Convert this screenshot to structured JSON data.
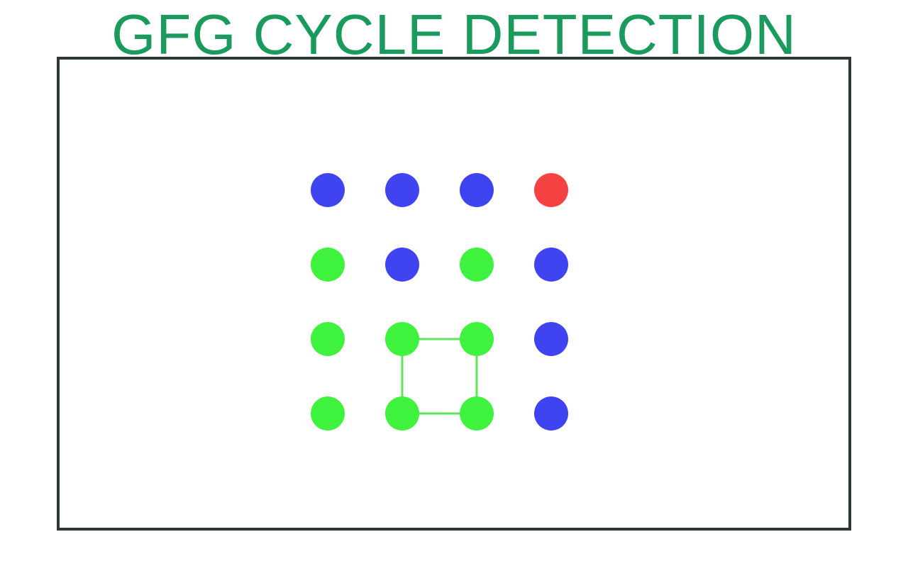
{
  "title": "GFG CYCLE DETECTION",
  "colors": {
    "title": "#1a9a5c",
    "border": "#2c3a33",
    "blue": "#4043f0",
    "green": "#3ef23e",
    "red": "#f44242",
    "edge": "#5fe35f"
  },
  "grid": {
    "rows": 4,
    "cols": 4,
    "cells": [
      [
        "blue",
        "blue",
        "blue",
        "red"
      ],
      [
        "green",
        "blue",
        "green",
        "blue"
      ],
      [
        "green",
        "green",
        "green",
        "blue"
      ],
      [
        "green",
        "green",
        "green",
        "blue"
      ]
    ]
  },
  "cycle_edges": [
    [
      [
        2,
        1
      ],
      [
        2,
        2
      ]
    ],
    [
      [
        2,
        2
      ],
      [
        3,
        2
      ]
    ],
    [
      [
        3,
        2
      ],
      [
        3,
        1
      ]
    ],
    [
      [
        3,
        1
      ],
      [
        2,
        1
      ]
    ]
  ]
}
